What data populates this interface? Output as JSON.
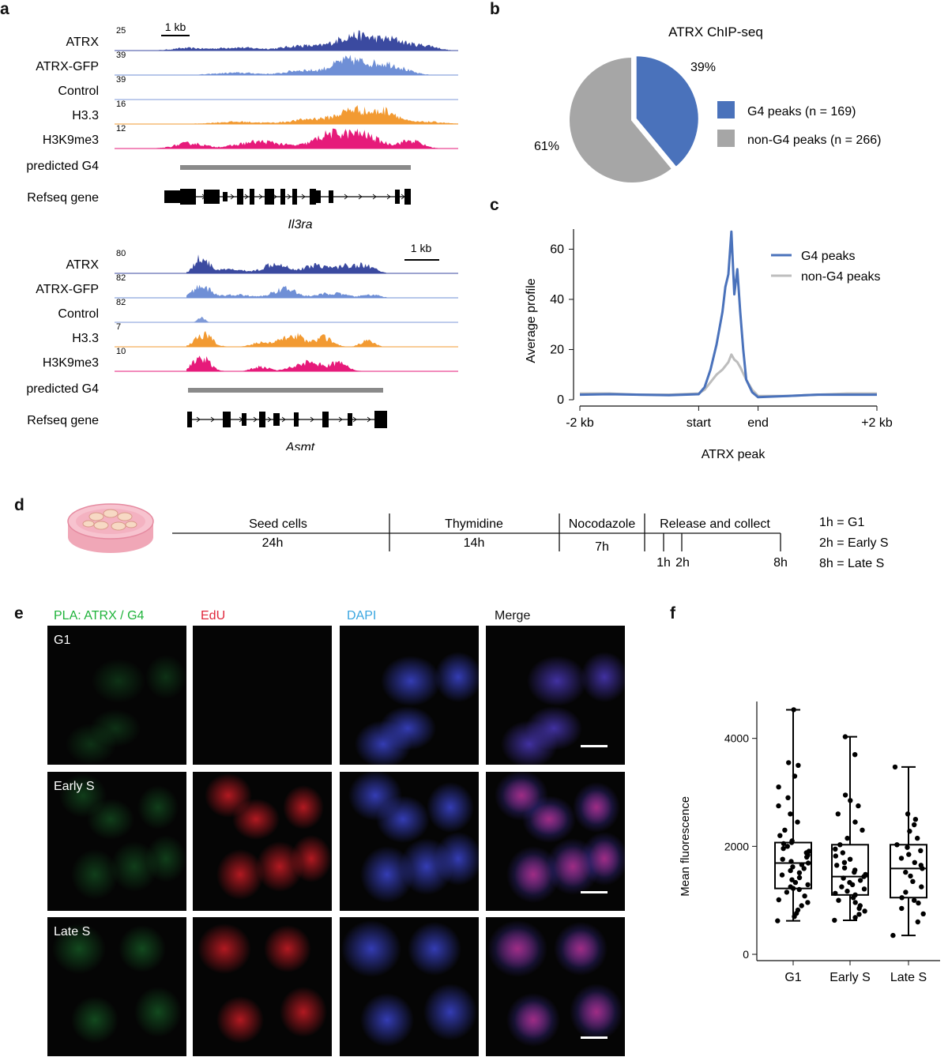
{
  "panels": {
    "a": "a",
    "b": "b",
    "c": "c",
    "d": "d",
    "e": "e",
    "f": "f"
  },
  "panel_a": {
    "tracks": [
      {
        "label": "ATRX",
        "color": "#3b4aa0"
      },
      {
        "label": "ATRX-GFP",
        "color": "#6f8fd6"
      },
      {
        "label": "Control",
        "color": "#7f9ad8"
      },
      {
        "label": "H3.3",
        "color": "#f29a32"
      },
      {
        "label": "H3K9me3",
        "color": "#e61a7a"
      }
    ],
    "predicted_label": "predicted G4",
    "refseq_label": "Refseq gene",
    "scale_label": "1 kb",
    "locus1": {
      "gene": "Il3ra",
      "scales": [
        "25",
        "39",
        "39",
        "16",
        "12"
      ]
    },
    "locus2": {
      "gene": "Asmt",
      "scales": [
        "80",
        "82",
        "82",
        "7",
        "10"
      ]
    }
  },
  "chart_data": [
    {
      "type": "pie",
      "title": "ATRX ChIP-seq",
      "labels": [
        "G4 peaks (n = 169)",
        "non-G4 peaks (n = 266)"
      ],
      "values": [
        39,
        61
      ],
      "percent_labels": [
        "39%",
        "61%"
      ],
      "colors": [
        "#4a72bb",
        "#a6a6a6"
      ],
      "legend": "right"
    },
    {
      "type": "line",
      "xlabel": "ATRX peak",
      "ylabel": "Average profile",
      "x_ticks": [
        "-2 kb",
        "start",
        "end",
        "+2 kb"
      ],
      "ylim": [
        0,
        68
      ],
      "y_ticks": [
        0,
        20,
        40,
        60
      ],
      "legend": "top-right",
      "series": [
        {
          "name": "G4 peaks",
          "color": "#4a72bb",
          "x": [
            -2,
            -1.5,
            -1,
            -0.5,
            0,
            0.1,
            0.2,
            0.3,
            0.4,
            0.45,
            0.5,
            0.55,
            0.6,
            0.65,
            0.7,
            0.75,
            0.8,
            0.9,
            1,
            1.5,
            2,
            2.5,
            3
          ],
          "y": [
            2,
            2.2,
            2,
            1.8,
            2.2,
            5,
            12,
            22,
            35,
            45,
            50,
            67,
            42,
            52,
            35,
            20,
            8,
            3,
            1,
            1.5,
            2,
            2,
            2
          ]
        },
        {
          "name": "non-G4 peaks",
          "color": "#bdbdbd",
          "x": [
            -2,
            -1.5,
            -1,
            -0.5,
            0,
            0.1,
            0.2,
            0.3,
            0.4,
            0.5,
            0.55,
            0.6,
            0.65,
            0.7,
            0.8,
            0.9,
            1,
            1.5,
            2,
            2.5,
            3
          ],
          "y": [
            2.5,
            2.5,
            2,
            2,
            2.5,
            4,
            7,
            10,
            12,
            15,
            18,
            16,
            15,
            13,
            8,
            4,
            1.5,
            1.5,
            2,
            2.5,
            2.5
          ]
        }
      ]
    },
    {
      "type": "box",
      "ylabel": "Mean fluorescence",
      "categories": [
        "G1",
        "Early S",
        "Late S"
      ],
      "ylim": [
        0,
        4800
      ],
      "y_ticks": [
        0,
        2000,
        4000
      ],
      "boxes": [
        {
          "min": 620,
          "q1": 1220,
          "median": 1690,
          "q3": 2070,
          "max": 4530,
          "points": [
            620,
            700,
            760,
            820,
            900,
            960,
            1010,
            1080,
            1150,
            1200,
            1220,
            1250,
            1290,
            1330,
            1380,
            1420,
            1470,
            1510,
            1550,
            1590,
            1620,
            1660,
            1690,
            1720,
            1760,
            1800,
            1840,
            1880,
            1910,
            1960,
            2000,
            2050,
            2070,
            2100,
            2200,
            2300,
            2450,
            2600,
            2750,
            2900,
            3100,
            3300,
            3500,
            3550,
            4530
          ]
        },
        {
          "min": 630,
          "q1": 1100,
          "median": 1440,
          "q3": 2030,
          "max": 4030,
          "points": [
            630,
            680,
            740,
            800,
            850,
            900,
            960,
            1000,
            1050,
            1100,
            1130,
            1170,
            1210,
            1250,
            1290,
            1330,
            1370,
            1410,
            1440,
            1480,
            1520,
            1560,
            1600,
            1650,
            1700,
            1760,
            1820,
            1880,
            1950,
            2030,
            2150,
            2300,
            2450,
            2600,
            2750,
            2850,
            2950,
            3700,
            4030
          ]
        },
        {
          "min": 350,
          "q1": 1050,
          "median": 1590,
          "q3": 2030,
          "max": 3470,
          "points": [
            350,
            600,
            750,
            850,
            950,
            1000,
            1050,
            1150,
            1250,
            1350,
            1450,
            1520,
            1590,
            1650,
            1700,
            1780,
            1850,
            1920,
            1980,
            2030,
            2150,
            2280,
            2400,
            2500,
            2600,
            3470
          ]
        }
      ]
    }
  ],
  "panel_d": {
    "segments": [
      {
        "title": "Seed cells",
        "duration": "24h"
      },
      {
        "title": "Thymidine",
        "duration": "14h"
      },
      {
        "title": "Nocodazole",
        "duration": "7h"
      },
      {
        "title": "Release and collect",
        "duration": ""
      }
    ],
    "times": [
      "1h",
      "2h",
      "8h"
    ],
    "legend": [
      "1h = G1",
      "2h = Early S",
      "8h = Late S"
    ]
  },
  "panel_e": {
    "columns": [
      {
        "title": "PLA: ATRX / G4",
        "color": "#1fb33a"
      },
      {
        "title": "EdU",
        "color": "#e0263b"
      },
      {
        "title": "DAPI",
        "color": "#3aa6e0"
      },
      {
        "title": "Merge",
        "color": "#111111"
      }
    ],
    "rows": [
      "G1",
      "Early S",
      "Late S"
    ]
  }
}
